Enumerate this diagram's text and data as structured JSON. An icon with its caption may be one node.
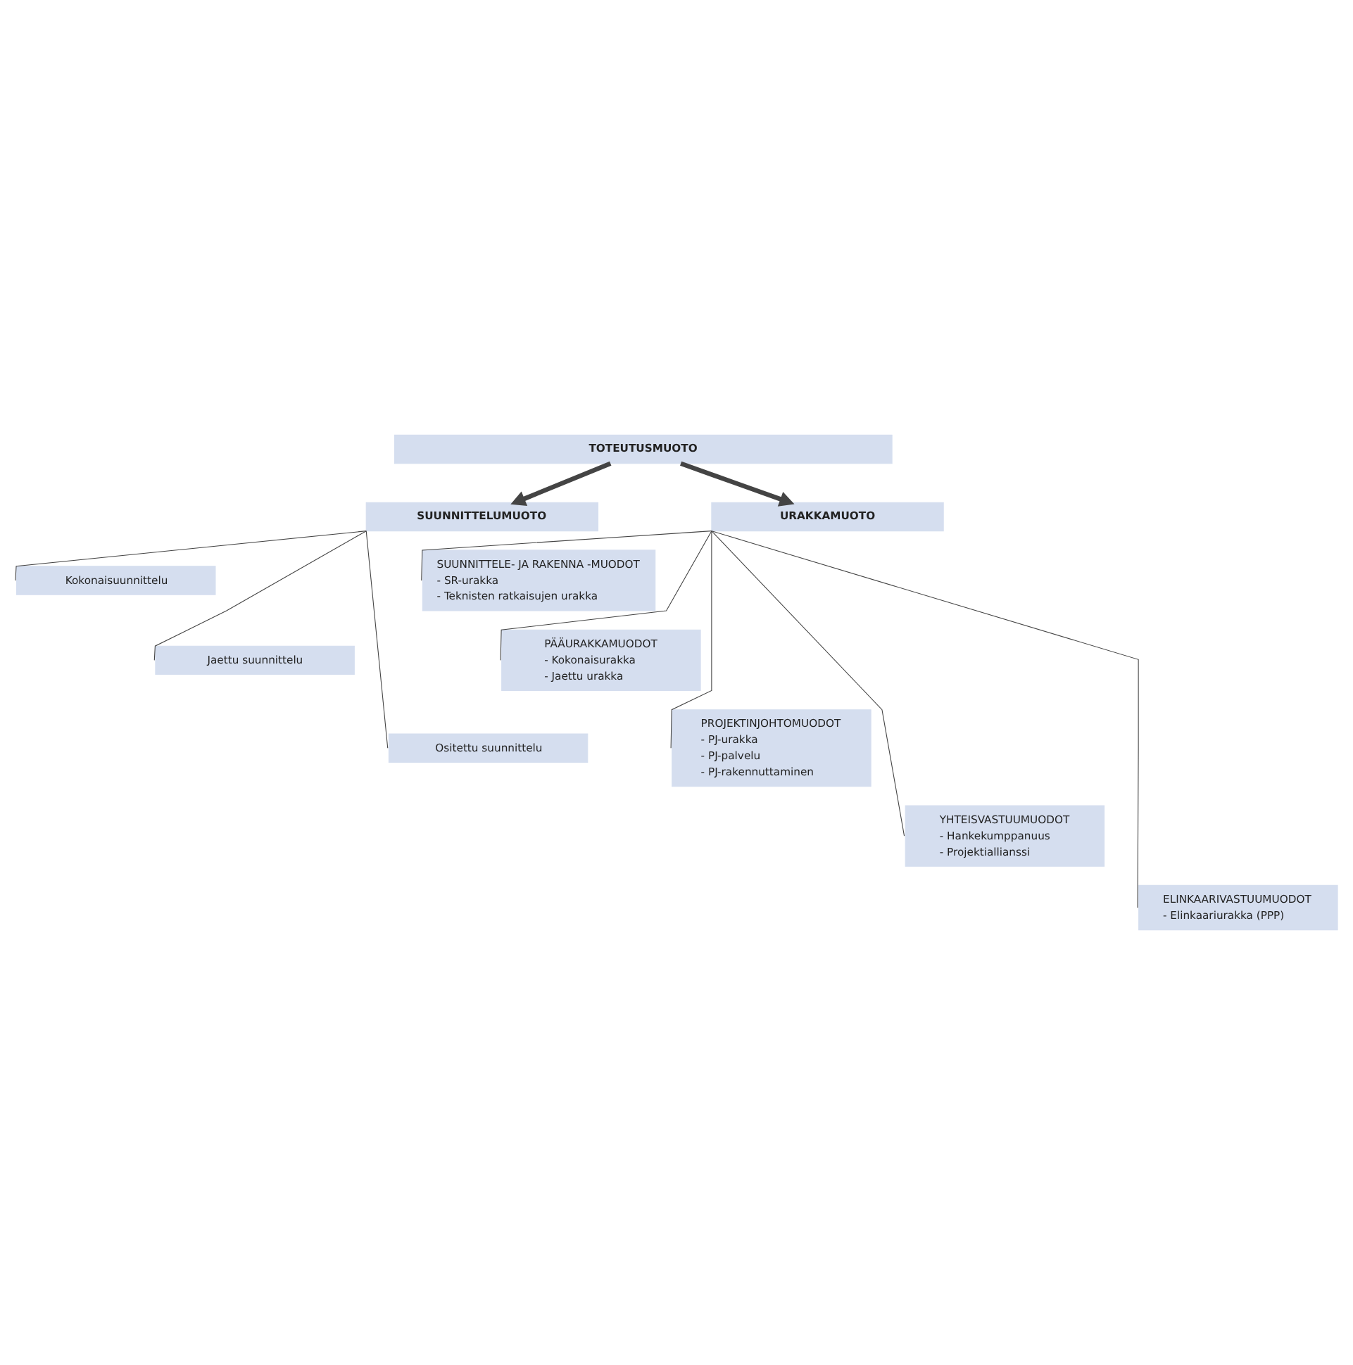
{
  "diagram": {
    "nodes": [
      {
        "text": [
          "TOTEUTUSMUOTO"
        ]
      },
      {
        "text": [
          "SUUNNITTELUMUOTO"
        ]
      },
      {
        "text": [
          "URAKKAMUOTO"
        ]
      },
      {
        "text": [
          "Kokonaisuunnittelu"
        ]
      },
      {
        "text": [
          "Jaettu suunnittelu"
        ]
      },
      {
        "text": [
          "Ositettu suunnittelu"
        ]
      },
      {
        "text": [
          "SUUNNITTELE- JA RAKENNA -MUODOT",
          "- SR-urakka",
          "- Teknisten ratkaisujen urakka"
        ]
      },
      {
        "text": [
          "PÄÄURAKKAMUODOT",
          "- Kokonaisurakka",
          "- Jaettu urakka"
        ]
      },
      {
        "text": [
          "PROJEKTINJOHTOMUODOT",
          "- PJ-urakka",
          "- PJ-palvelu",
          "- PJ-rakennuttaminen"
        ]
      },
      {
        "text": [
          "YHTEISVASTUUMUODOT",
          "- Hankekumppanuus",
          "- Projektiallianssi"
        ]
      },
      {
        "text": [
          "ELINKAARIVASTUUMUODOT",
          "- Elinkaariurakka (PPP)"
        ]
      }
    ],
    "edges": [
      {
        "from": 0,
        "to": 1,
        "arrow": "to",
        "style": "thick"
      },
      {
        "from": 0,
        "to": 2,
        "arrow": "to",
        "style": "thick"
      },
      {
        "from": 1,
        "to": 3,
        "arrow": "none"
      },
      {
        "from": 1,
        "to": 4,
        "arrow": "none"
      },
      {
        "from": 1,
        "to": 5,
        "arrow": "none"
      },
      {
        "from": 2,
        "to": 6,
        "arrow": "none"
      },
      {
        "from": 2,
        "to": 7,
        "arrow": "none"
      },
      {
        "from": 2,
        "to": 8,
        "arrow": "none"
      },
      {
        "from": 2,
        "to": 9,
        "arrow": "none"
      },
      {
        "from": 2,
        "to": 10,
        "arrow": "none"
      }
    ]
  }
}
